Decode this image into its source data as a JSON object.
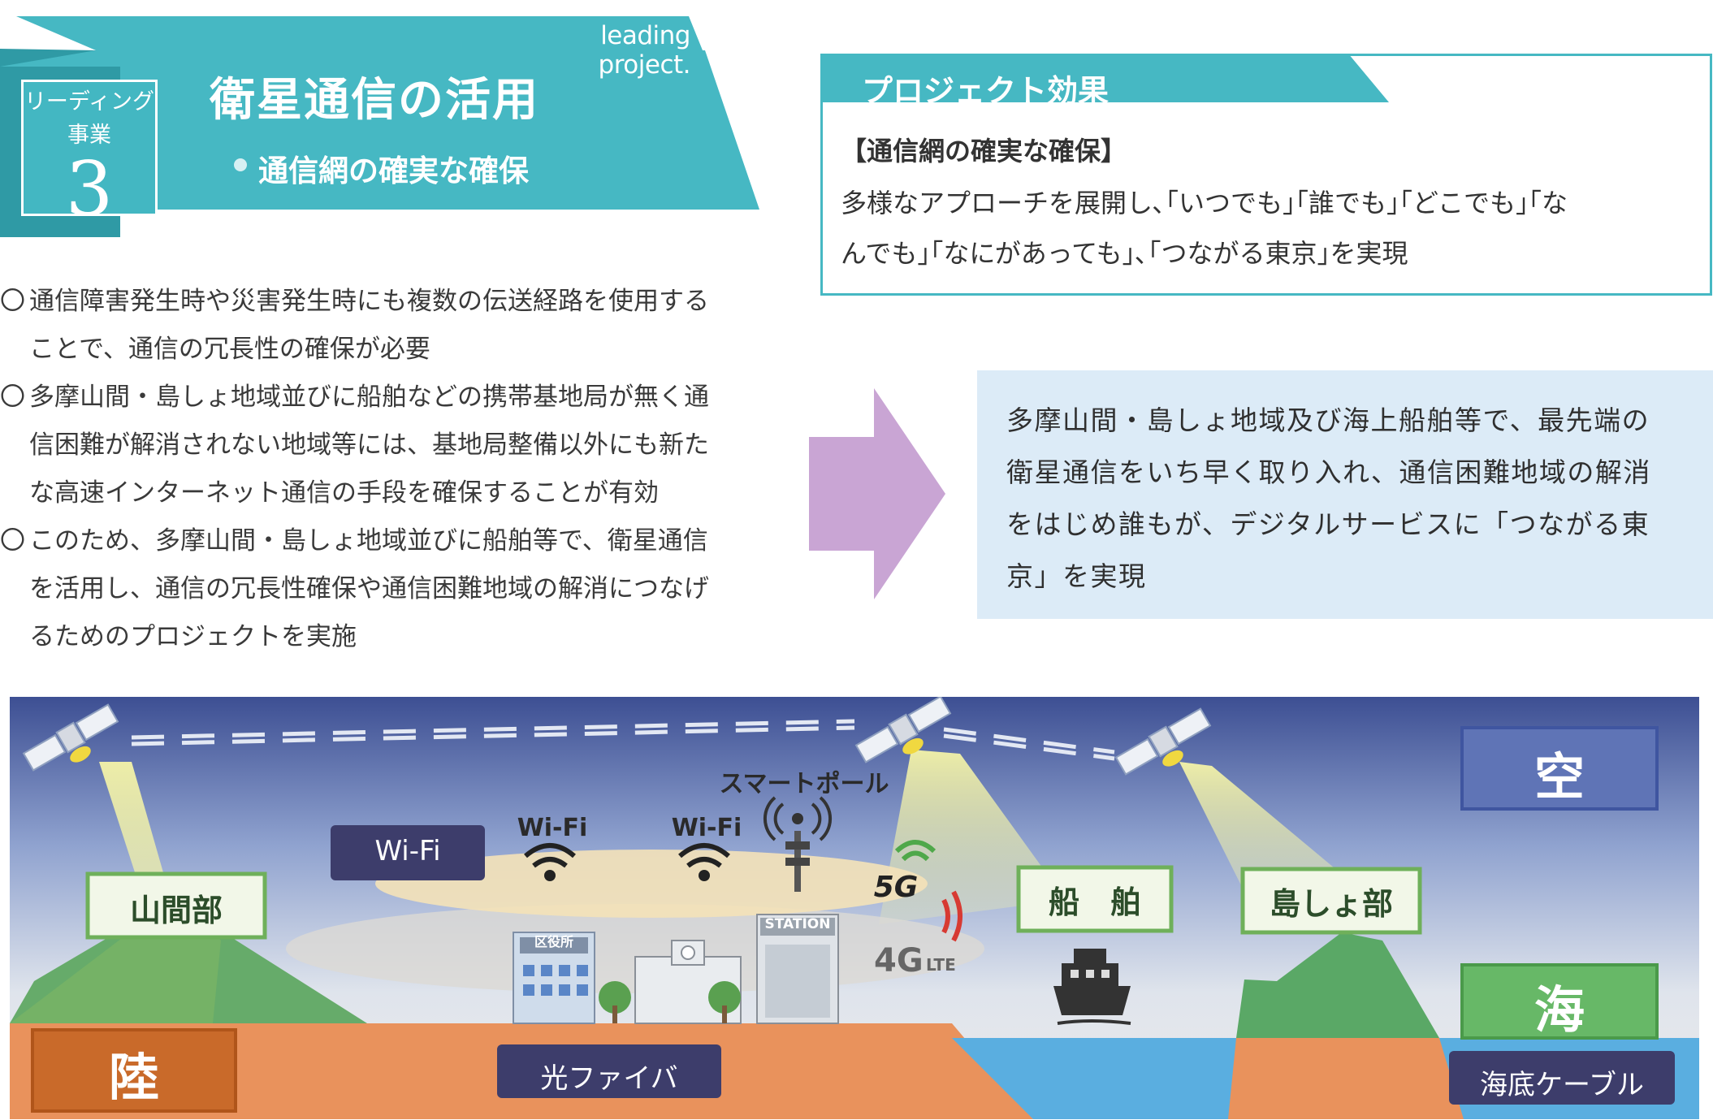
{
  "header": {
    "tagline": "leading project.",
    "badge_label_1": "リーディング",
    "badge_label_2": "事業",
    "badge_number": "3",
    "title": "衛星通信の活用",
    "subtitle": "通信網の確実な確保"
  },
  "colors": {
    "teal": "#46b8c3",
    "dark_teal": "#2d9ea8",
    "lavender": "#c9a5d4",
    "light_blue": "#dcebf7",
    "navy_label": "#3d3d6b"
  },
  "bullets": [
    {
      "mark": "〇",
      "lines": [
        "通信障害発生時や災害発生時にも複数の伝送経路を使用する",
        "ことで、通信の冗長性の確保が必要"
      ]
    },
    {
      "mark": "〇",
      "lines": [
        "多摩山間・島しょ地域並びに船舶などの携帯基地局が無く通",
        "信困難が解消されない地域等には、基地局整備以外にも新た",
        "な高速インターネット通信の手段を確保することが有効"
      ]
    },
    {
      "mark": "〇",
      "lines": [
        "このため、多摩山間・島しょ地域並びに船舶等で、衛星通信",
        "を活用し、通信の冗長性確保や通信困難地域の解消につなげ",
        "るためのプロジェクトを実施"
      ]
    }
  ],
  "effect": {
    "title": "プロジェクト効果",
    "heading": "【通信網の確実な確保】",
    "lines": [
      "多様なアプローチを展開し､｢いつでも｣｢誰でも｣｢どこでも｣｢な",
      "んでも｣｢なにがあっても｣､｢つながる東京｣を実現"
    ]
  },
  "result": {
    "lines": [
      "多摩山間・島しょ地域及び海上船舶等で、最先端の",
      "衛星通信をいち早く取り入れ、通信困難地域の解消",
      "をはじめ誰もが、デジタルサービスに「つながる東",
      "京」を実現"
    ]
  },
  "diagram": {
    "sky": "空",
    "land": "陸",
    "sea": "海",
    "mountain": "山間部",
    "ship": "船　舶",
    "island": "島しょ部",
    "wifi_box": "Wi-Fi",
    "wifi_1": "Wi-Fi",
    "wifi_2": "Wi-Fi",
    "smart_pole": "スマートポール",
    "fiber": "光ファイバ",
    "submarine_cable": "海底ケーブル",
    "ward_office": "区役所",
    "station": "STATION",
    "g5": "5G",
    "g4": "4G",
    "lte": "LTE"
  }
}
